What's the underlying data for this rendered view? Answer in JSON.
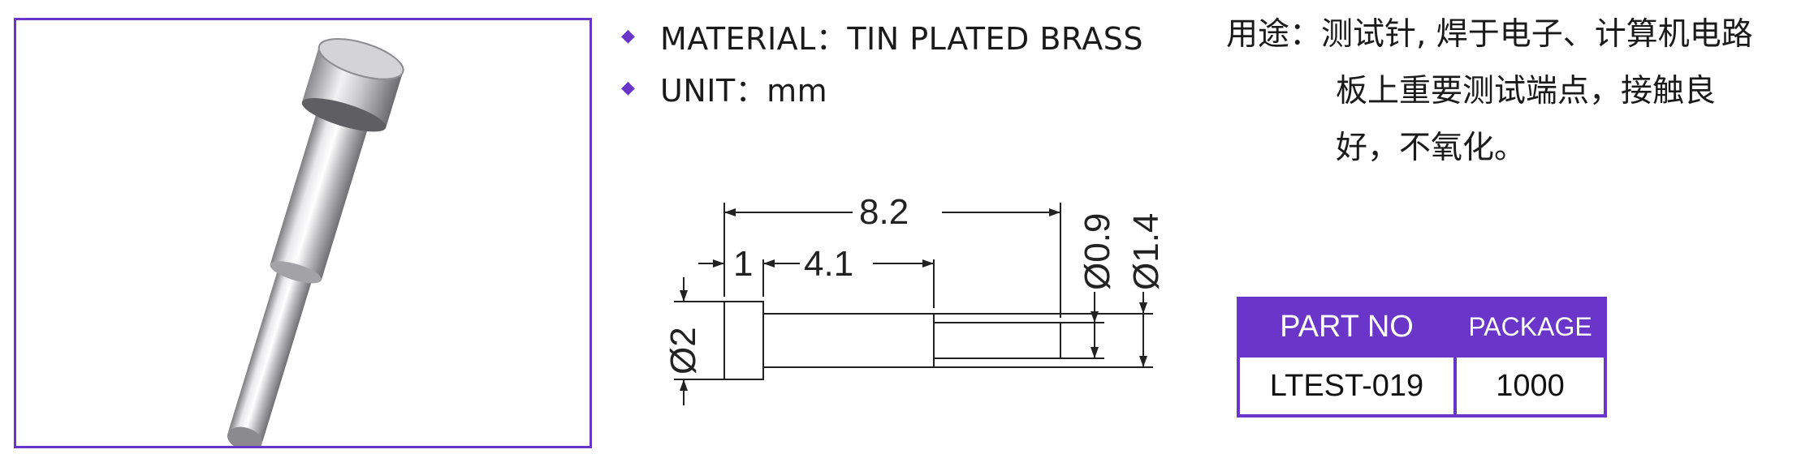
{
  "product_image": {
    "subject": "pin-photo"
  },
  "specs": [
    {
      "label": "MATERIAL：TIN PLATED BRASS"
    },
    {
      "label": "UNIT：mm"
    }
  ],
  "usage": {
    "label": "用途：",
    "lines": [
      "测试针, 焊于电子、计算机电路",
      "板上重要测试端点，接触良",
      "好，不氧化。"
    ]
  },
  "drawing": {
    "total_length": "8.2",
    "head_length": "1",
    "shank_length": "4.1",
    "head_diameter": "Ø2",
    "tip_diameter": "Ø0.9",
    "shank_diameter": "Ø1.4"
  },
  "table": {
    "headers": [
      "PART NO",
      "PACKAGE"
    ],
    "row": [
      "LTEST-019",
      "1000"
    ]
  },
  "colors": {
    "accent": "#6a35c9"
  }
}
